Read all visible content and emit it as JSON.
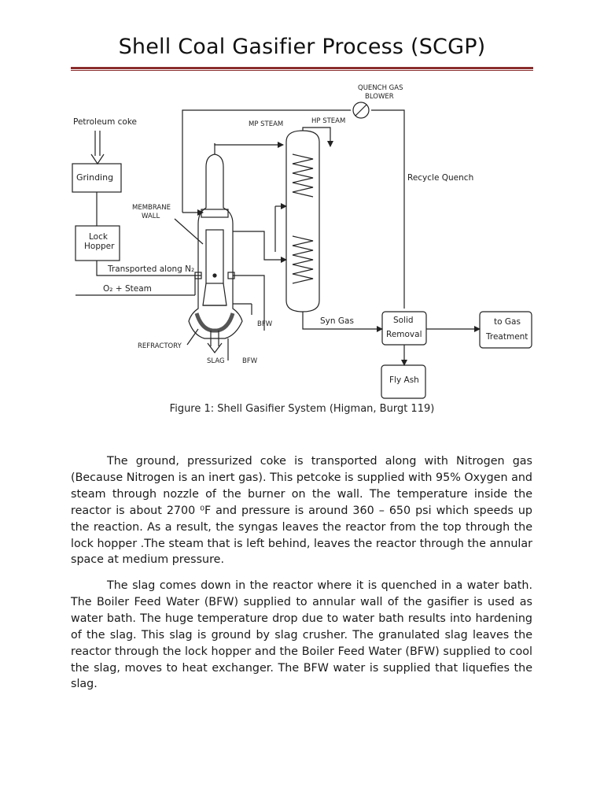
{
  "page": {
    "title": "Shell Coal Gasifier Process (SCGP)",
    "caption": "Figure 1: Shell Gasifier System (Higman, Burgt  119)",
    "paragraphs": [
      "The ground, pressurized coke is transported along with Nitrogen gas (Because Nitrogen is an inert gas). This petcoke is supplied with 95% Oxygen and steam through nozzle of the burner on the wall. The temperature inside the reactor is about 2700 ⁰F and pressure is around 360 – 650 psi which speeds up the reaction. As a result, the syngas leaves the reactor from the top through the lock hopper .The steam that is left behind, leaves the reactor through the annular space at medium pressure.",
      "The slag comes down in the reactor where it is quenched in a water bath. The Boiler Feed Water (BFW) supplied to annular wall of the gasifier is used as water bath. The huge temperature drop due to water bath results into hardening of the slag. This slag is ground by slag crusher. The granulated slag leaves the reactor through the lock hopper and the Boiler Feed Water (BFW) supplied to cool the slag, moves to heat exchanger. The BFW water is supplied that liquefies the slag."
    ]
  },
  "diagram": {
    "labels": {
      "petroleum_coke": "Petroleum coke",
      "grinding": "Grinding",
      "lock_hopper_1": "Lock",
      "lock_hopper_2": "Hopper",
      "transported": "Transported along N₂",
      "o2_steam": "O₂ + Steam",
      "membrane_wall_1": "MEMBRANE",
      "membrane_wall_2": "WALL",
      "refractory": "REFRACTORY",
      "slag": "SLAG",
      "bfw_bottom": "BFW",
      "bfw_side": "BFW",
      "mp_steam": "MP STEAM",
      "hp_steam": "HP STEAM",
      "quench_gas_1": "QUENCH GAS",
      "quench_gas_2": "BLOWER",
      "recycle_quench": "Recycle Quench",
      "syn_gas": "Syn Gas",
      "solid_removal_1": "Solid",
      "solid_removal_2": "Removal",
      "to_gas_1": "to Gas",
      "to_gas_2": "Treatment",
      "fly_ash": "Fly Ash"
    }
  }
}
